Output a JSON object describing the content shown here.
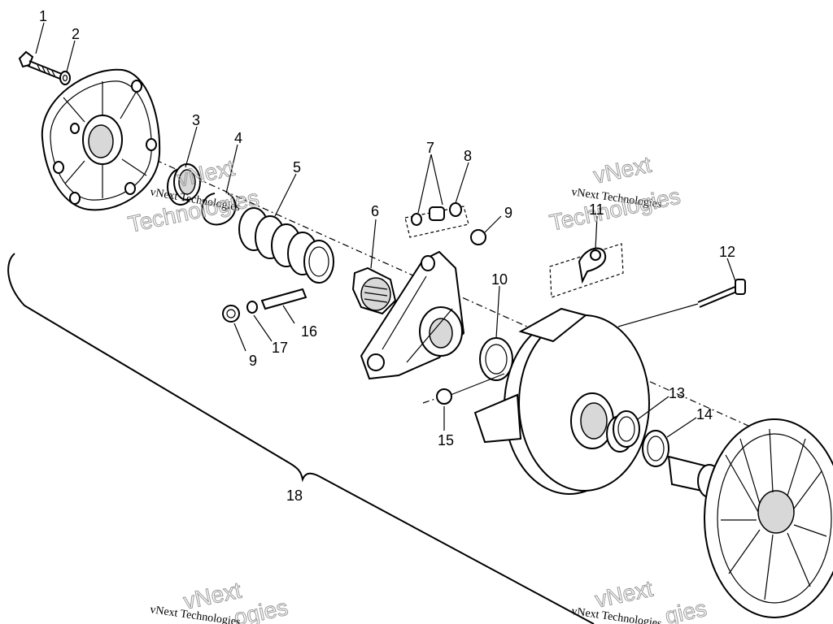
{
  "part_labels": [
    "1",
    "2",
    "3",
    "4",
    "5",
    "6",
    "7",
    "8",
    "9",
    "10",
    "11",
    "12",
    "13",
    "14",
    "15",
    "16",
    "17",
    "9",
    "18"
  ],
  "watermarks": {
    "small": [
      "vNext Technologies",
      "vNext Technologies",
      "vNext Technologies",
      "vNext Technologies"
    ],
    "big": [
      "vNext",
      "Technologies",
      "vNext",
      "Technologies",
      "vNext",
      "ogies",
      "vNext",
      "gies"
    ]
  }
}
